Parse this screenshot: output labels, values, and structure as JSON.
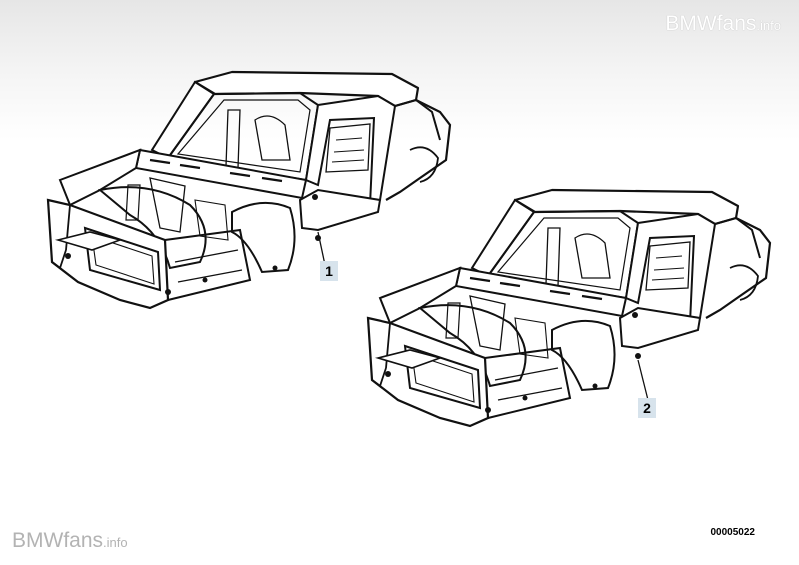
{
  "watermark": {
    "brand": "BMWfans",
    "suffix": ".info"
  },
  "callouts": [
    {
      "label": "1"
    },
    {
      "label": "2"
    }
  ],
  "diagram_id": "00005022",
  "colors": {
    "line": "#111111",
    "fill": "#ffffff",
    "callout_bg": "#d7e3ec",
    "watermark_top": "#ffffff",
    "watermark_bottom": "#b3b3b3"
  }
}
